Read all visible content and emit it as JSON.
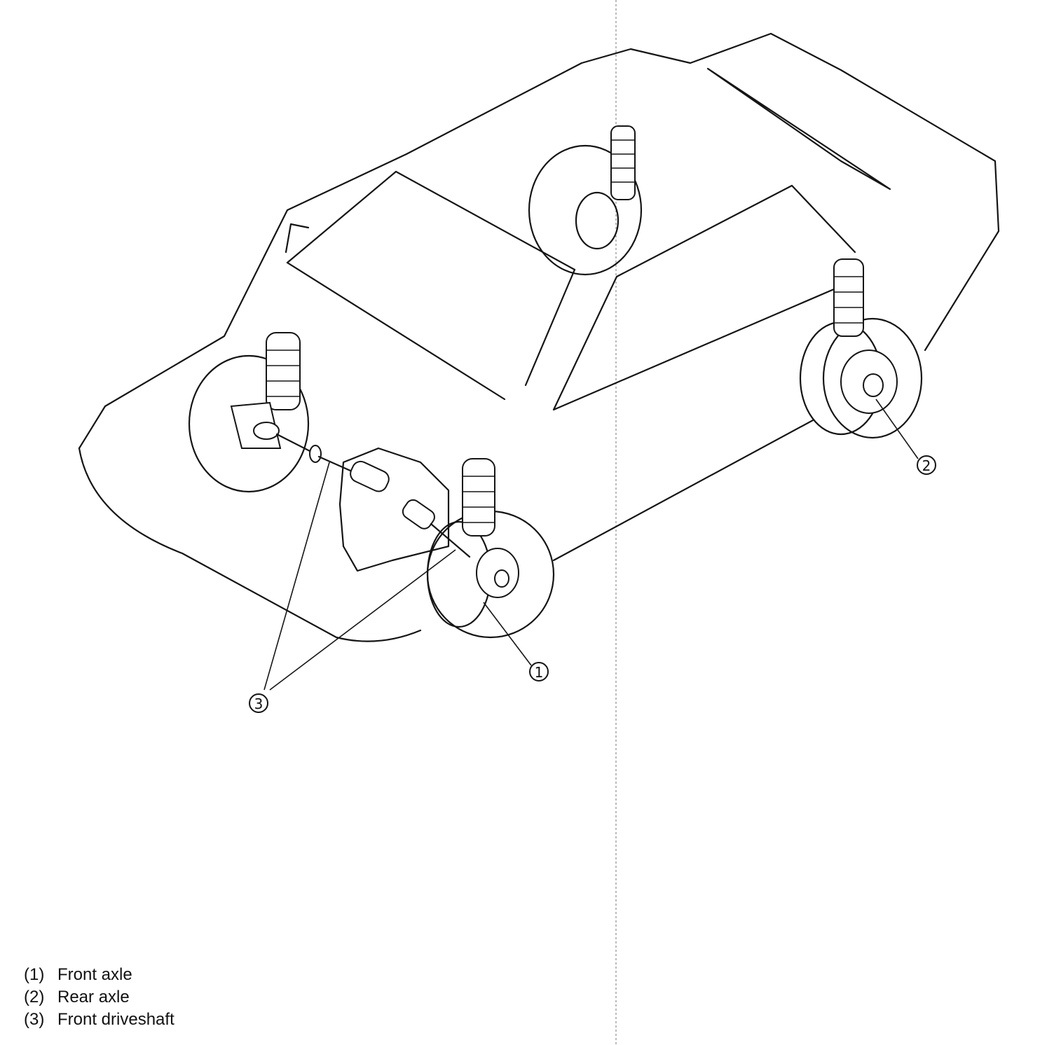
{
  "callouts": [
    {
      "id": "1",
      "label": "Front axle"
    },
    {
      "id": "2",
      "label": "Rear axle"
    },
    {
      "id": "3",
      "label": "Front driveshaft"
    }
  ],
  "legend": [
    {
      "num": "(1)",
      "text": "Front axle"
    },
    {
      "num": "(2)",
      "text": "Rear axle"
    },
    {
      "num": "(3)",
      "text": "Front driveshaft"
    }
  ]
}
